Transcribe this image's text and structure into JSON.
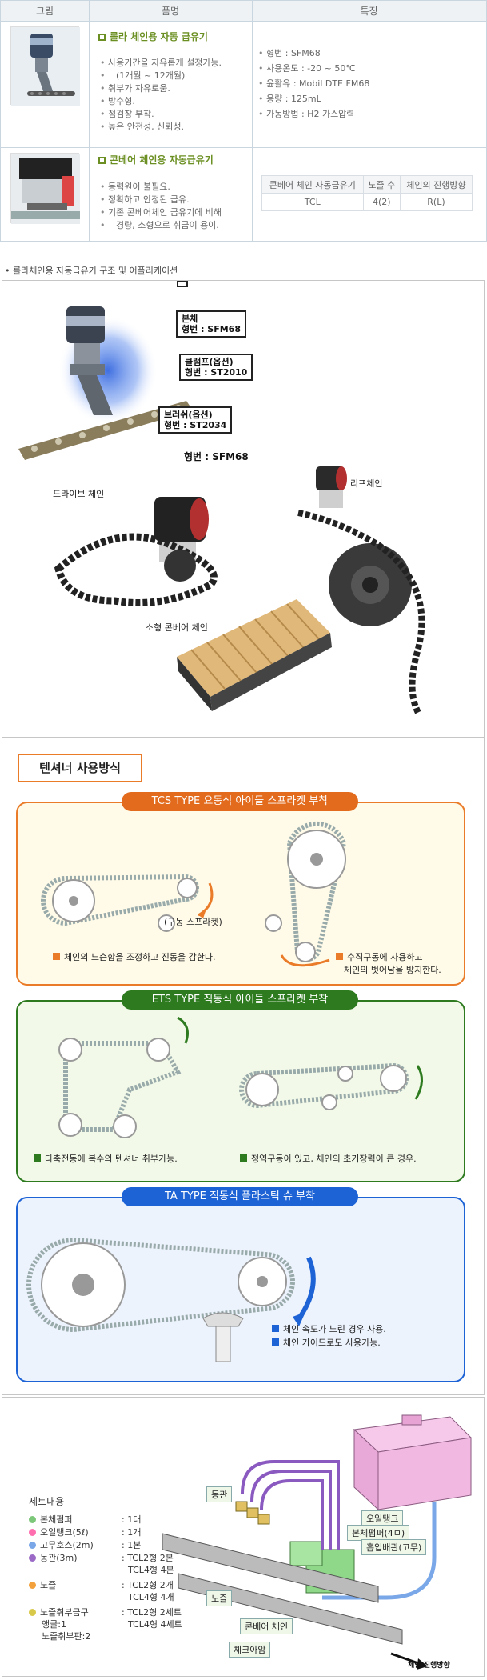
{
  "table": {
    "headers": [
      "그림",
      "품명",
      "특징"
    ],
    "rows": [
      {
        "name": "롤라 체인용 자동 급유기",
        "bullets": [
          "사용기간을 자유롭게 설정가능.",
          "(1개월 ~ 12개월)",
          "취부가 자유로움.",
          "방수형.",
          "점검창 부착.",
          "높은 안전성, 신뢰성."
        ],
        "specs": [
          "형번 : SFM68",
          "사용온도 : -20 ~ 50℃",
          "윤활유 : Mobil DTE FM68",
          "용량 : 125mL",
          "가동방법 : H2 가스압력"
        ]
      },
      {
        "name": "콘베어 체인용 자동급유기",
        "bullets": [
          "동력원이 불필요.",
          "정확하고 안정된 급유.",
          "기존 콘베어체인 급유기에 비해",
          "경량, 소형으로 취급이 용이."
        ],
        "spec_table": {
          "header": [
            "콘베어 체인 자동급유기",
            "노즐 수",
            "체인의 진행방향"
          ],
          "row": [
            "TCL",
            "4(2)",
            "R(L)"
          ]
        }
      }
    ]
  },
  "section1": {
    "caption": "롤라체인용 자동급유기 구조 및 어플리케이션",
    "labels": {
      "body": [
        "본체",
        "형번 : SFM68"
      ],
      "clamp": [
        "클램프(옵션)",
        "형번 : ST2010"
      ],
      "brush": [
        "브러쉬(옵션)",
        "형번 : ST2034"
      ],
      "model": "형번 : SFM68",
      "drive": "드라이브 체인",
      "lift": "리프체인",
      "conveyor": "소형 콘베어 체인"
    }
  },
  "section2": {
    "title": "텐셔너 사용방식",
    "panels": [
      {
        "title": "TCS TYPE 요동식 아이들 스프라켓 부착",
        "drive_label": "(구동 스프라켓)",
        "notes": [
          "체인의 느슨함을 조정하고 진동을 감한다.",
          "수직구동에 사용하고",
          "체인의 벗어남을 방지한다."
        ]
      },
      {
        "title": "ETS TYPE 직동식 아이들 스프라켓 부착",
        "notes": [
          "다축전동에 복수의 텐셔너 취부가능.",
          "정역구동이 있고, 체인의 초기장력이 큰 경우."
        ]
      },
      {
        "title": "TA TYPE 직동식 플라스틱 슈 부착",
        "notes": [
          "체인 속도가 느린 경우 사용.",
          "체인 가이드로도 사용가능."
        ]
      }
    ]
  },
  "section3": {
    "set_title": "세트내용",
    "items": [
      {
        "name": "본체펌퍼",
        "qty": ": 1대",
        "color": "#7dc77a"
      },
      {
        "name": "오일탱크(5ℓ)",
        "qty": ": 1개",
        "color": "#ff6fb0"
      },
      {
        "name": "고무호스(2m)",
        "qty": ": 1본",
        "color": "#7aa7e8"
      },
      {
        "name": "동관(3m)",
        "qty": ": TCL2형 2본",
        "qty2": "TCL4형 4본",
        "color": "#9a6ac6"
      },
      {
        "name": "노즐",
        "qty": ": TCL2형 2개",
        "qty2": "TCL4형 4개",
        "color": "#f2a13c"
      },
      {
        "name": "노즐취부금구",
        "qty": ": TCL2형 2세트",
        "qty2": "TCL4형 4세트",
        "color": "#d9c94a"
      }
    ],
    "sub_items": [
      "앵글:1",
      "노즐취부판:2"
    ],
    "callouts": {
      "copper": "동관",
      "oiltank": "오일탱크",
      "pump": "본체펌퍼(4ㅁ)",
      "hose": "흡입배관(고무)",
      "nozzle": "노즐",
      "conveyor": "콘베어 체인",
      "checkarm": "체크아암",
      "direction": "체인 진행방향"
    }
  },
  "colors": {
    "green_title": "#6b8f22",
    "orange": "#ea7b28",
    "green": "#2d7a1f",
    "blue": "#1e63d6"
  }
}
